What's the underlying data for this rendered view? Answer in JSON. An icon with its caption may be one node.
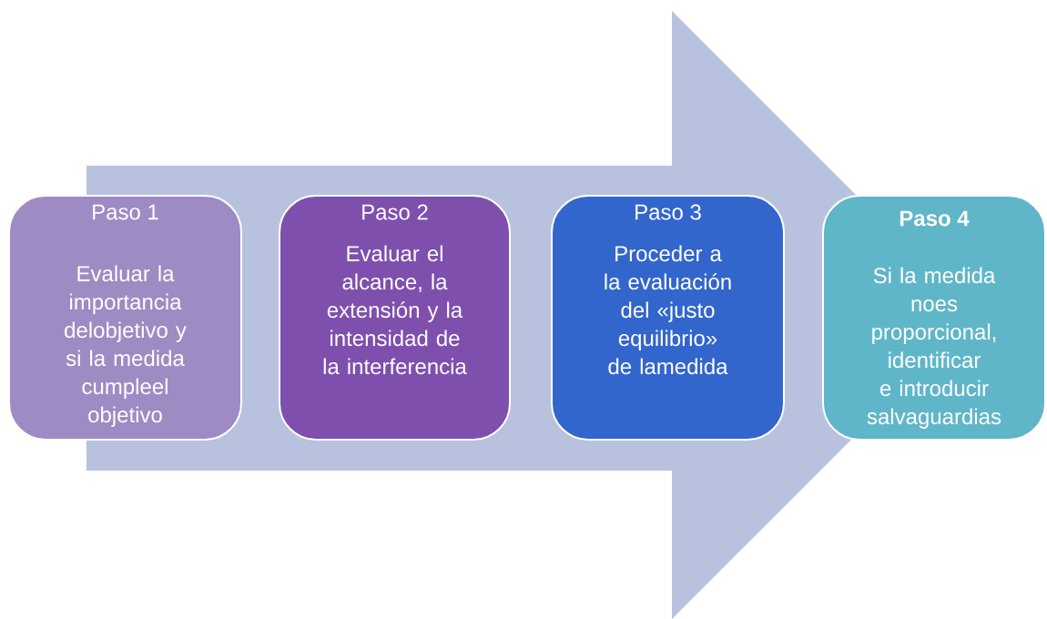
{
  "diagram": {
    "nodes": [
      {
        "text": [
          "Paso 1",
          "Evaluar la importancia delobjetivo y si la medida cumpleel objetivo"
        ]
      },
      {
        "text": [
          "Paso 2",
          "Evaluar el alcance, la extensión y la intensidad de la interferencia"
        ]
      },
      {
        "text": [
          "Paso 3",
          "Proceder a la evaluación del «justo equilibrio» de lamedida"
        ]
      },
      {
        "text": [
          "Paso 4",
          "Si la medida noes proporcional, identificar e introducir salvaguardias"
        ]
      }
    ],
    "edges": [
      {
        "from": 0,
        "to": 3,
        "arrow": "to"
      }
    ]
  }
}
